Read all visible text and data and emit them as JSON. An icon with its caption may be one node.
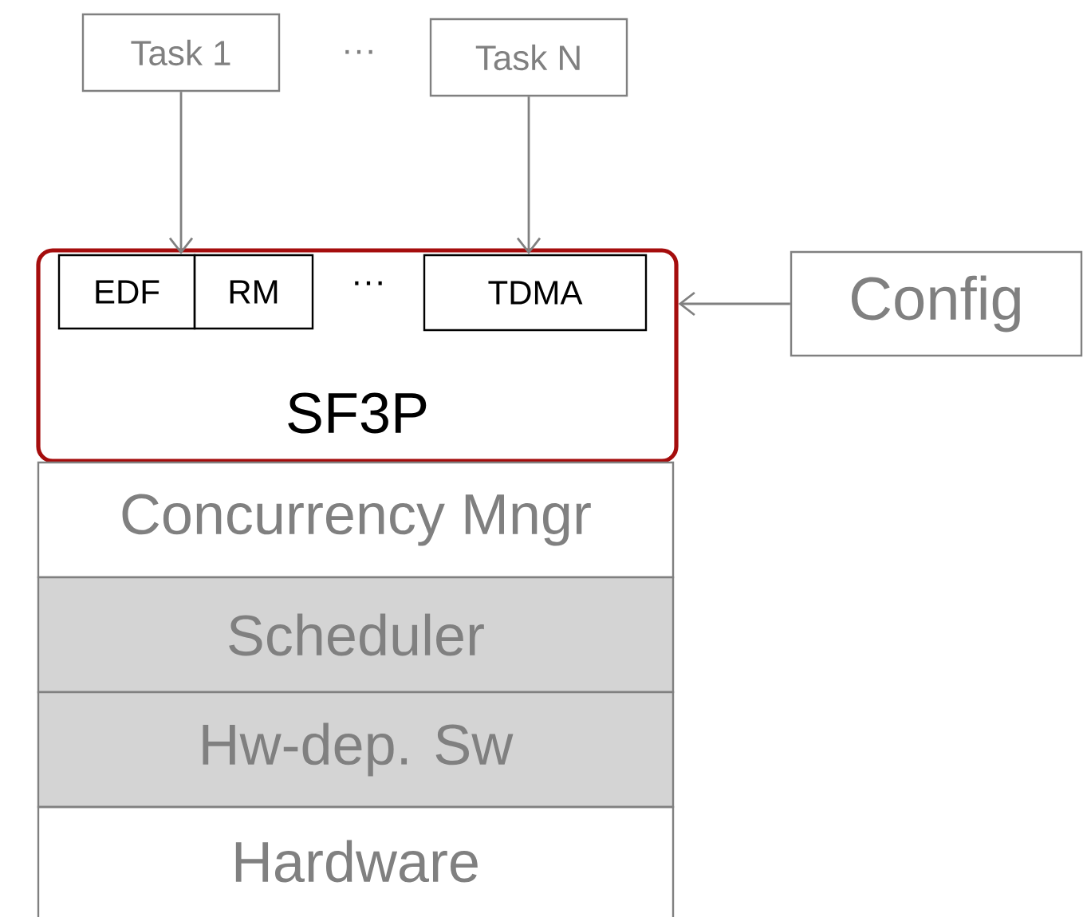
{
  "diagram": {
    "nodes": [
      {
        "text": [
          "Task 1"
        ]
      },
      {
        "text": [
          "Task N"
        ]
      },
      {
        "text": [
          "SF3P"
        ]
      },
      {
        "text": [
          "EDF"
        ],
        "in": 2
      },
      {
        "text": [
          "RM"
        ],
        "in": 2
      },
      {
        "text": [
          "TDMA"
        ],
        "in": 2
      },
      {
        "text": [
          "Config"
        ]
      },
      {
        "text": [
          "Concurrency Mngr"
        ]
      },
      {
        "text": [
          "Scheduler"
        ]
      },
      {
        "text": [
          "Hw-dep. Sw"
        ]
      },
      {
        "text": [
          "Hardware"
        ]
      }
    ],
    "edges": [
      {
        "from": 0,
        "to": 3,
        "arrow": "to"
      },
      {
        "from": 1,
        "to": 5,
        "arrow": "to"
      },
      {
        "from": 6,
        "to": 2,
        "arrow": "to"
      }
    ],
    "labels": [
      "···",
      "···"
    ]
  }
}
